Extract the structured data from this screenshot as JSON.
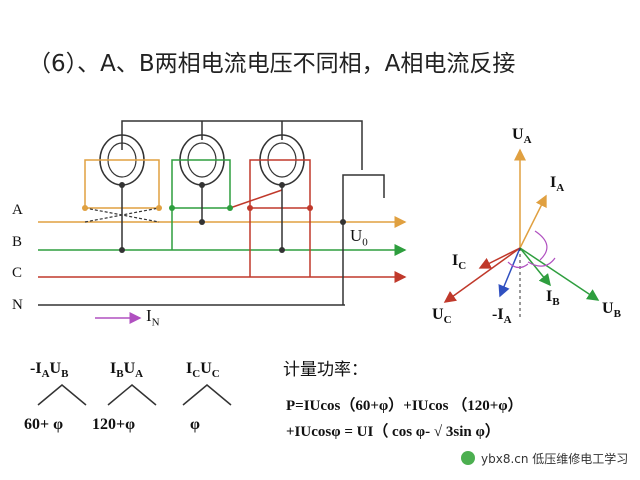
{
  "title": "（6）、A、B两相电流电压不同相，A相电流反接",
  "lines": {
    "a": "A",
    "b": "B",
    "c": "C",
    "n": "N"
  },
  "circuit": {
    "u0": "U",
    "u0_sub": "0",
    "in": "I",
    "in_sub": "N"
  },
  "phasors": {
    "ua": {
      "main": "U",
      "sub": "A"
    },
    "ia": {
      "main": "I",
      "sub": "A"
    },
    "ic": {
      "main": "I",
      "sub": "C"
    },
    "uc": {
      "main": "U",
      "sub": "C"
    },
    "neg_ia": {
      "main": "-I",
      "sub": "A"
    },
    "ib": {
      "main": "I",
      "sub": "B"
    },
    "ub": {
      "main": "U",
      "sub": "B"
    }
  },
  "combos": [
    {
      "i": "-I",
      "isub": "A",
      "u": "U",
      "usub": "B",
      "angle": "60+ φ"
    },
    {
      "i": "I",
      "isub": "B",
      "u": "U",
      "usub": "A",
      "angle": "120+φ"
    },
    {
      "i": "I",
      "isub": "C",
      "u": "U",
      "usub": "C",
      "angle": "φ"
    }
  ],
  "power": {
    "heading": "计量功率：",
    "line1": "P=IUcos（60+φ）+IUcos （120+φ）",
    "line2": "+IUcosφ  = UI（ cos φ- √ 3sin φ）"
  },
  "watermark": "ybx8.cn 低压维修电工学习",
  "colors": {
    "orange": "#e0a040",
    "green": "#2e9e3e",
    "red": "#c0392b",
    "phaseA": "#e0a040",
    "purple": "#b050c0",
    "blue": "#3050c0"
  }
}
